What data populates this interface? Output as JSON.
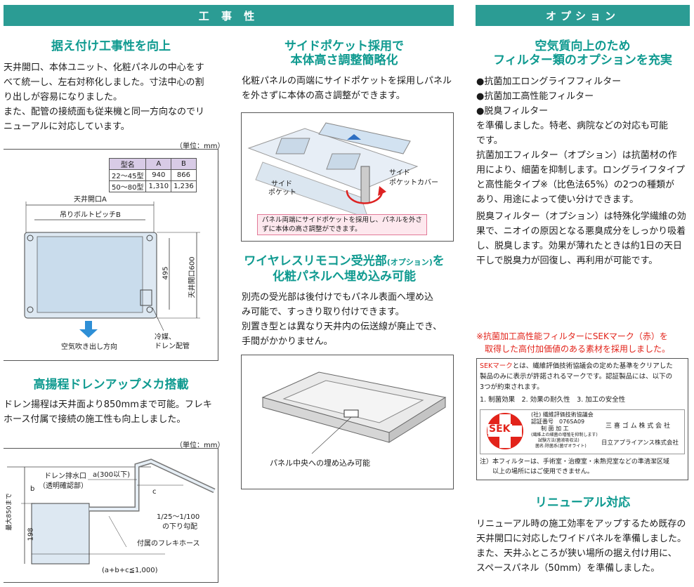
{
  "headers": {
    "left": "工 事 性",
    "right": "オプション"
  },
  "col1": {
    "sec1_title": "据え付け工事性を向上",
    "sec1_lines": [
      "天井開口、本体ユニット、化粧パネルの中心をす",
      "べて統一し、左右対称化しました。寸法中心の割",
      "り出しが容易になりました。",
      "また、配管の接続面も従来機と同一方向なのでリ",
      "ニューアルに対応しています。"
    ],
    "unit1": "（単位：mm）",
    "dim_table": {
      "headers": [
        "型名",
        "A",
        "B"
      ],
      "rows": [
        [
          "22〜45型",
          "940",
          "866"
        ],
        [
          "50〜80型",
          "1,310",
          "1,236"
        ]
      ]
    },
    "fig1_labels": {
      "opening_a": "天井開口A",
      "bolt_pitch": "吊りボルトピッチB",
      "dim495": "495",
      "opening600": "天井開口600",
      "air_out": "空気吹き出し方向",
      "pipe": "冷媒、",
      "pipe2": "ドレン配管"
    },
    "sec2_title": "高揚程ドレンアップメカ搭載",
    "sec2_lines": [
      "ドレン揚程は天井面より850mmまで可能。フレキ",
      "ホース付属で接続の施工性も向上しました。"
    ],
    "unit2": "（単位：mm）",
    "fig2_labels": {
      "drain_port": "ドレン排水口",
      "drain_port2": "（透明確認部）",
      "a_max": "a(300以下)",
      "b": "b",
      "c": "c",
      "max850": "最大850まで",
      "d198": "198",
      "slope": "1/25〜1/100",
      "slope2": "の下り勾配",
      "flex": "付属のフレキホース",
      "formula": "(a+b+c≦1,000)"
    }
  },
  "col2": {
    "sec1_title_l1": "サイドポケット採用で",
    "sec1_title_l2": "本体高さ調整簡略化",
    "sec1_lines": [
      "化粧パネルの両端にサイドポケットを採用しパネル",
      "を外さずに本体の高さ調整ができます。"
    ],
    "fig_labels": {
      "side_pocket": "サイド",
      "side_pocket2": "ポケット",
      "cover": "サイド",
      "cover2": "ポケットカバー"
    },
    "fig_note_l1": "パネル両端にサイドポケットを採用し、パネルを外さ",
    "fig_note_l2": "ずに本体の高さ調整ができます。",
    "sec2_title_l1a": "ワイヤレスリモコン受光部",
    "sec2_title_l1b": "(オプション)",
    "sec2_title_l1c": "を",
    "sec2_title_l2": "化粧パネルへ埋め込み可能",
    "sec2_lines": [
      "別売の受光部は後付けでもパネル表面へ埋め込",
      "み可能で、すっきり取り付けできます。",
      "別置き型とは異なり天井内の伝送線が廃止でき、",
      "手間がかかりません。"
    ],
    "fig2_label": "パネル中央への埋め込み可能"
  },
  "col3": {
    "sec1_title_l1": "空気質向上のため",
    "sec1_title_l2": "フィルター類のオプションを充実",
    "bullets": [
      "●抗菌加工ロングライフフィルター",
      "●抗菌加工高性能フィルター",
      "●脱臭フィルター"
    ],
    "para1": [
      "を準備しました。特老、病院などの対応も可能",
      "です。",
      "抗菌加工フィルター（オプション）は抗菌材の作",
      "用により、細菌を抑制します。ロングライフタイプ",
      "と高性能タイプ※（比色法65%）の2つの種類が",
      "あり、用途によって使い分けできます。"
    ],
    "para2": [
      "脱臭フィルター（オプション）は特殊化学繊維の効",
      "果で、ニオイの原因となる悪臭成分をしっかり吸着",
      "し、脱臭します。効果が薄れたときは約1日の天日",
      "干しで脱臭力が回復し、再利用が可能です。"
    ],
    "red_note_l1": "※抗菌加工高性能フィルターにSEKマーク（赤）を",
    "red_note_l2": "取得した高付加価値のある素材を採用しました。",
    "sek": {
      "l1a": "SEKマーク",
      "l1b": "とは、繊維評価技術協議会の定めた基準をクリアした",
      "l2": "製品のみに表示が許諾されるマークです。認証製品には、以下の",
      "l3": "3つが約束されます。",
      "l4": "1. 制菌効果　2. 効果の耐久性　3. 加工の安全性",
      "logo": "SEK",
      "org": "(社) 繊維評価技術協議会",
      "cert": "認証番号　076SA09",
      "proc": "制 菌 加 工",
      "small1": "(繊維上の細菌の増殖を抑制します)",
      "small2": "試験方法(菌液吸収法)",
      "small3": "菌名:除菌系(菌ぜオライト)",
      "maker": "三 喜 ゴ ム 株 式 会 社",
      "maker2": "日立アプライアンス株式会社",
      "note_l1": "注）本フィルターは、手術室・治療室・未熟児室などの準清潔区域",
      "note_l2": "以上の場所にはご使用できません。"
    },
    "sec2_title": "リニューアル対応",
    "sec2_lines": [
      "リニューアル時の施工効率をアップするため既存の",
      "天井開口に対応したワイドパネルを準備しました。",
      "また、天井ふところが狭い場所の据え付け用に、",
      "スペースパネル（50mm）を準備しました。"
    ]
  },
  "colors": {
    "teal": "#2b9c94",
    "title": "#0f9a90",
    "red": "#e2231a",
    "pink_bg": "#fde8ee"
  }
}
